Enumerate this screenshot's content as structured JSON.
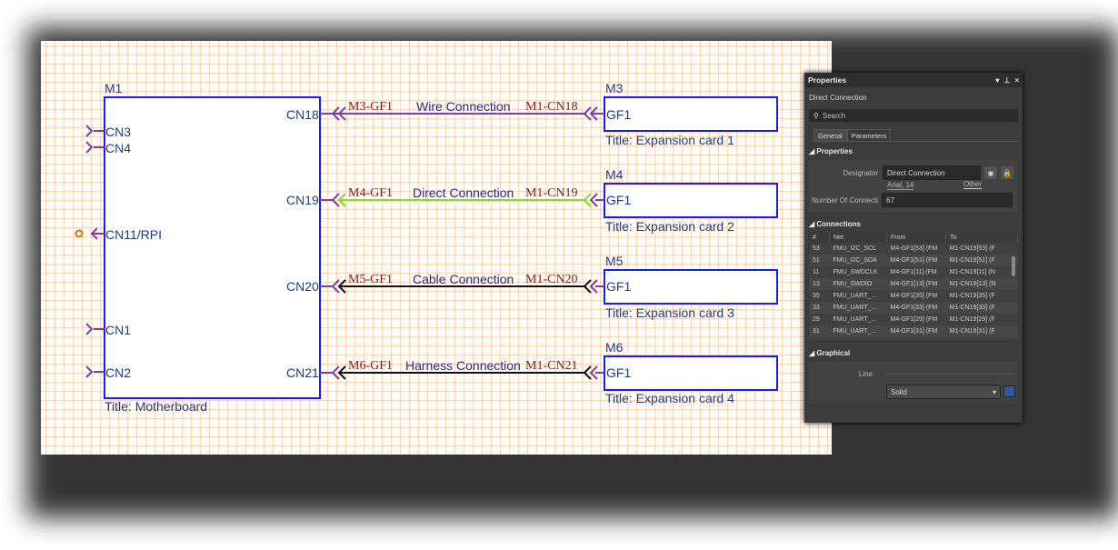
{
  "schematic": {
    "motherboard": {
      "designator": "M1",
      "title": "Title: Motherboard",
      "left_ports": [
        "CN3",
        "CN4",
        "CN11/RPI",
        "CN1",
        "CN2"
      ],
      "right_ports": [
        "CN18",
        "CN19",
        "CN20",
        "CN21"
      ]
    },
    "cards": [
      {
        "designator": "M3",
        "port": "GF1",
        "title": "Title: Expansion card 1"
      },
      {
        "designator": "M4",
        "port": "GF1",
        "title": "Title: Expansion card 2"
      },
      {
        "designator": "M5",
        "port": "GF1",
        "title": "Title: Expansion card 3"
      },
      {
        "designator": "M6",
        "port": "GF1",
        "title": "Title: Expansion card 4"
      }
    ],
    "connections": [
      {
        "name": "Wire Connection",
        "left_tag": "M3-GF1",
        "right_tag": "M1-CN18",
        "color": "#7b3fb0"
      },
      {
        "name": "Direct Connection",
        "left_tag": "M4-GF1",
        "right_tag": "M1-CN19",
        "color": "#7fe020"
      },
      {
        "name": "Cable Connection",
        "left_tag": "M5-GF1",
        "right_tag": "M1-CN20",
        "color": "#111111"
      },
      {
        "name": "Harness Connection",
        "left_tag": "M6-GF1",
        "right_tag": "M1-CN21",
        "color": "#111111"
      }
    ],
    "colors": {
      "component_border": "#1a1aff",
      "pin": "#7b3fb0",
      "text": "#1f3d8a",
      "tag_text": "#8b1a1a",
      "grid": "#f0aa78",
      "io_port": "#e07010"
    }
  },
  "panel": {
    "title": "Properties",
    "controls": [
      "▾",
      "⊥",
      "×"
    ],
    "selection": "Direct Connection",
    "search_placeholder": "Search",
    "tabs": [
      "General",
      "Parameters"
    ],
    "properties": {
      "section": "Properties",
      "designator_label": "Designator",
      "designator_value": "Direct Connection",
      "font": "Arial, 14",
      "font_other": "Other",
      "count_label": "Number Of Connecti",
      "count_value": "67"
    },
    "connections": {
      "section": "Connections",
      "columns": [
        "#",
        "Net",
        "From",
        "To"
      ],
      "rows": [
        {
          "num": "53",
          "net": "FMU_I2C_SCL",
          "from": "M4-GF1[53] (FM",
          "to": "M1-CN19[53] (F"
        },
        {
          "num": "51",
          "net": "FMU_I2C_SDA",
          "from": "M4-GF1[51] (FM",
          "to": "M1-CN19[51] (F"
        },
        {
          "num": "11",
          "net": "FMU_SWDCLK",
          "from": "M4-GF1[11] (FM",
          "to": "M1-CN19[11] (N"
        },
        {
          "num": "13",
          "net": "FMU_SWDIO",
          "from": "M4-GF1[13] (FM",
          "to": "M1-CN19[13] (N"
        },
        {
          "num": "35",
          "net": "FMU_UART_...",
          "from": "M4-GF1[35] (FM",
          "to": "M1-CN19[35] (F"
        },
        {
          "num": "33",
          "net": "FMU_UART_...",
          "from": "M4-GF1[33] (FM",
          "to": "M1-CN19[33] (F"
        },
        {
          "num": "29",
          "net": "FMU_UART_...",
          "from": "M4-GF1[29] (FM",
          "to": "M1-CN19[29] (F"
        },
        {
          "num": "31",
          "net": "FMU_UART_...",
          "from": "M4-GF1[31] (FM",
          "to": "M1-CN19[31] (F"
        }
      ]
    },
    "graphical": {
      "section": "Graphical",
      "line_label": "Line",
      "style_value": "Solid",
      "line_color": "#2a5aa0"
    }
  }
}
